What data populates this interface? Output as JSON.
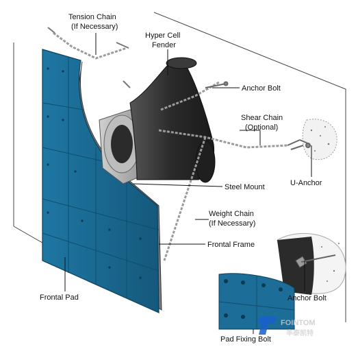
{
  "labels": {
    "tension_chain_1": "Tension Chain",
    "tension_chain_2": "(If Necessary)",
    "hyper_cell_1": "Hyper Cell",
    "hyper_cell_2": "Fender",
    "anchor_bolt_top": "Anchor Bolt",
    "shear_chain_1": "Shear Chain",
    "shear_chain_2": "(Optional)",
    "steel_mount": "Steel Mount",
    "u_anchor": "U-Anchor",
    "weight_chain_1": "Weight Chain",
    "weight_chain_2": "(If Necessary)",
    "frontal_frame": "Frontal Frame",
    "frontal_pad": "Frontal Pad",
    "anchor_bolt_inset": "Anchor Bolt",
    "pad_fixing_bolt": "Pad Fixing Bolt"
  },
  "logo": {
    "name_en": "FOINTOM",
    "name_cn": "丰泰凯特"
  },
  "colors": {
    "pad_blue": "#1c6d97",
    "pad_blue_dark": "#12506f",
    "fender_dark": "#2a2a2a",
    "mount_grey": "#9a9a9a",
    "logo_blue": "#1a5fd0"
  }
}
